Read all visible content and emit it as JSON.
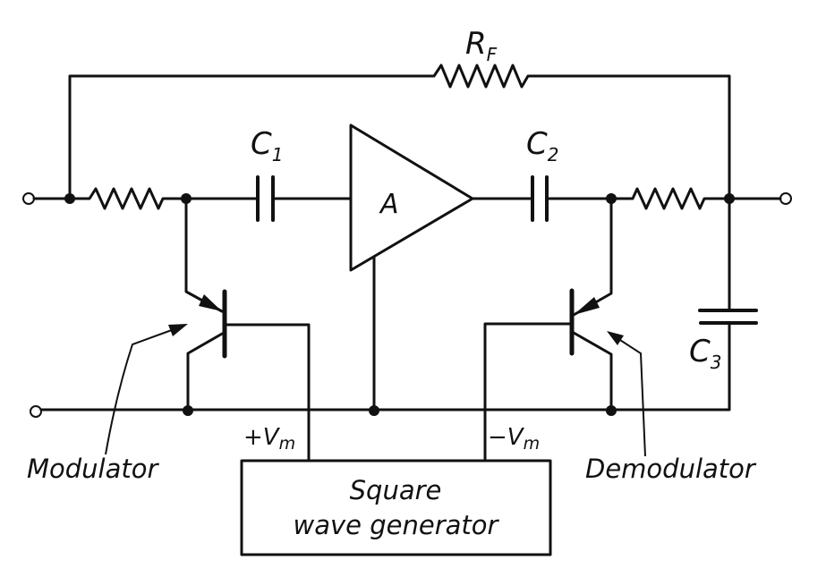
{
  "labels": {
    "feedback_resistor": "R",
    "feedback_resistor_sub": "F",
    "c1": "C",
    "c1_sub": "1",
    "c2": "C",
    "c2_sub": "2",
    "c3": "C",
    "c3_sub": "3",
    "amplifier": "A",
    "plus_vm": "+V",
    "plus_vm_sub": "m",
    "minus_vm": "−V",
    "minus_vm_sub": "m",
    "modulator": "Modulator",
    "demodulator": "Demodulator",
    "generator_line1": "Square",
    "generator_line2": "wave generator"
  },
  "colors": {
    "ink": "#111111",
    "background": "#ffffff"
  }
}
